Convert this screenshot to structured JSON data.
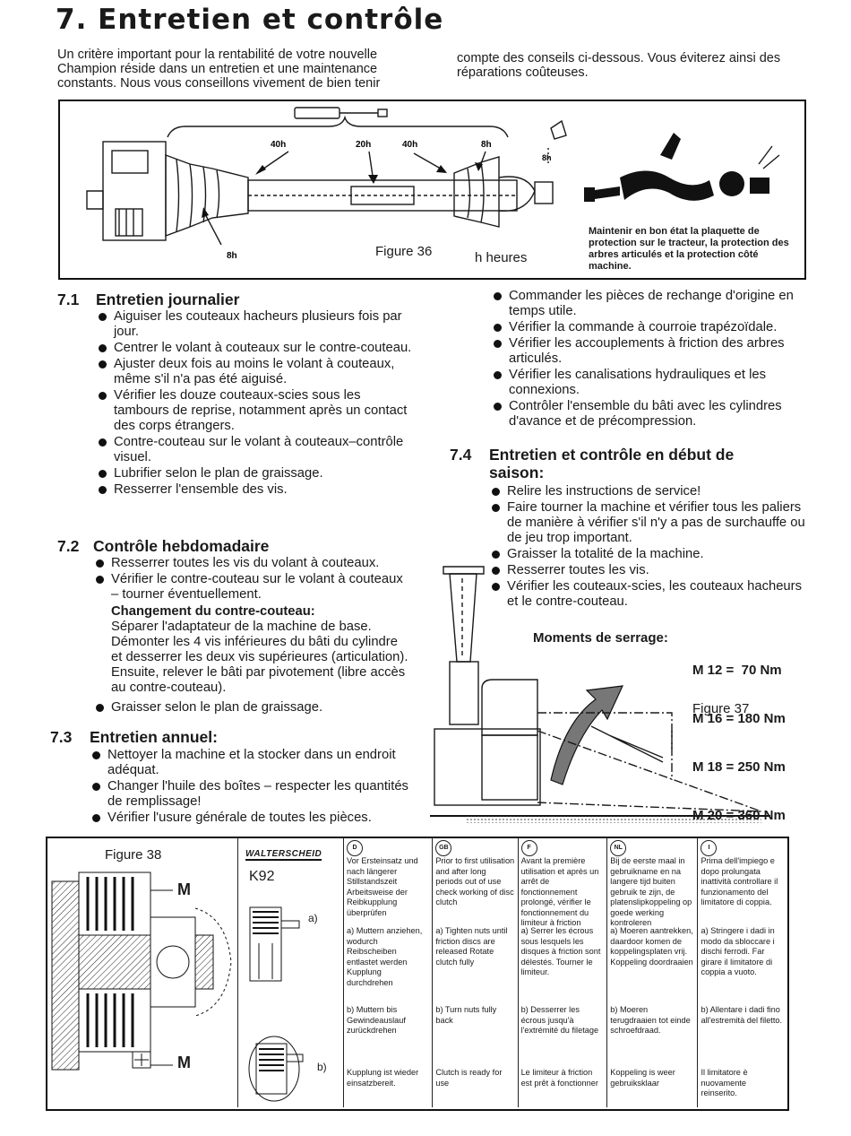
{
  "header": {
    "title": "7. Entretien et contrôle",
    "intro_left": "Un critère important pour la rentabilité de votre nouvelle Champion réside dans un entretien et une maintenance constants. Nous vous conseillons vivement de bien tenir",
    "intro_right": "compte des conseils ci-dessous. Vous éviterez ainsi des réparations coûteuses."
  },
  "figure36": {
    "caption": "Figure 36",
    "hours_label": "h heures",
    "labels": [
      "40h",
      "20h",
      "40h",
      "8h",
      "8h",
      "8h"
    ],
    "note": "Maintenir en bon état la plaquette de protection sur le tracteur, la protection des arbres articulés et la protection côté machine."
  },
  "s71": {
    "num": "7.1",
    "title": "Entretien journalier",
    "items": [
      "Aiguiser les couteaux hacheurs plusieurs fois par jour.",
      "Centrer le volant à couteaux sur le contre-couteau.",
      "Ajuster deux fois au moins le volant à couteaux, même s'il n'a pas été aiguisé.",
      "Vérifier les douze couteaux-scies sous les tambours de reprise, notamment après un contact des corps étrangers.",
      "Contre-couteau sur le volant à couteaux–contrôle visuel.",
      "Lubrifier selon le plan de graissage.",
      "Resserrer l'ensemble des vis."
    ]
  },
  "s72": {
    "num": "7.2",
    "title": "Contrôle hebdomadaire",
    "item1": "Resserrer toutes les vis du volant à couteaux.",
    "item2": "Vérifier le contre-couteau sur le volant à couteaux – tourner éventuellement.",
    "sub_title": "Changement du contre-couteau:",
    "sub_text": "Séparer l'adaptateur de la machine de base. Démonter les 4 vis inférieures du bâti du cylindre et desserrer les deux vis supérieures (articulation). Ensuite, relever le bâti par pivotement (libre accès au contre-couteau).",
    "item3": "Graisser selon le plan de graissage."
  },
  "s73": {
    "num": "7.3",
    "title": "Entretien annuel:",
    "items": [
      "Nettoyer la machine et la stocker dans un endroit adéquat.",
      "Changer l'huile des boîtes – respecter les quantités de remplissage!",
      "Vérifier l'usure générale de toutes les pièces."
    ]
  },
  "right_list": {
    "items": [
      "Commander les pièces de rechange d'origine en temps utile.",
      "Vérifier la commande à courroie trapézoïdale.",
      "Vérifier les accouplements à friction des arbres articulés.",
      "Vérifier les canalisations hydrauliques et les connexions.",
      "Contrôler l'ensemble du bâti avec les cylindres d'avance et de précompression."
    ]
  },
  "s74": {
    "num": "7.4",
    "title": "Entretien et contrôle en début de saison:",
    "items": [
      "Relire les instructions de service!",
      "Faire tourner la machine et vérifier tous les paliers de manière à vérifier s'il n'y a pas de surchauffe ou de jeu trop important.",
      "Graisser la totalité de la machine.",
      "Resserrer toutes les vis.",
      "Vérifier les couteaux-scies, les couteaux hacheurs et le contre-couteau."
    ]
  },
  "torque": {
    "label": "Moments de serrage:",
    "values": [
      "M 12 =  70 Nm",
      "M 16 = 180 Nm",
      "M 18 = 250 Nm",
      "M 20 = 360 Nm"
    ],
    "caption": "Figure 37"
  },
  "figure38": {
    "caption": "Figure 38",
    "m_label": "M",
    "brand": "WALTERSCHEID",
    "model": "K92",
    "a": "a)",
    "b": "b)",
    "langs": [
      {
        "code": "D",
        "intro": "Vor Ersteinsatz und nach längerer Stillstandszeit Arbeitsweise der Reibkupplung überprüfen",
        "a": "a) Muttern anziehen, wodurch Reibscheiben entlastet werden Kupplung durchdrehen",
        "b": "b) Muttern bis Gewindeauslauf zurückdrehen",
        "end": "Kupplung ist wieder einsatzbereit."
      },
      {
        "code": "GB",
        "intro": "Prior to first utilisation and after long periods out of use check working of disc clutch",
        "a": "a) Tighten nuts until friction discs are released Rotate clutch fully",
        "b": "b) Turn nuts fully back",
        "end": "Clutch is ready for use"
      },
      {
        "code": "F",
        "intro": "Avant la première utilisation et après un arrêt de fonctionnement prolongé, vérifier le fonctionnement du limiteur à friction",
        "a": "a) Serrer les écrous sous lesquels les disques à friction sont délestés. Tourner le limiteur.",
        "b": "b) Desserrer les écrous jusqu'à l'extrémité du filetage",
        "end": "Le limiteur à friction est prêt à fonctionner"
      },
      {
        "code": "NL",
        "intro": "Bij de eerste maal in gebruikname en na langere tijd buiten gebruik te zijn, de platenslipkoppeling op goede werking kontroleren",
        "a": "a) Moeren aantrekken, daardoor komen de koppelingsplaten vrij. Koppeling doordraaien",
        "b": "b) Moeren terugdraaien tot einde schroefdraad.",
        "end": "Koppeling is weer gebruiksklaar"
      },
      {
        "code": "I",
        "intro": "Prima dell'impiego e dopo prolungata inattività controllare il funzionamento del limitatore di coppia.",
        "a": "a) Stringere i dadi in modo da sbloccare i dischi ferrodi. Far girare il limitatore di coppia a vuoto.",
        "b": "b) Allentare i dadi fino all'estremità del filetto.",
        "end": "Il limitatore è nuovamente reinserito."
      }
    ]
  }
}
